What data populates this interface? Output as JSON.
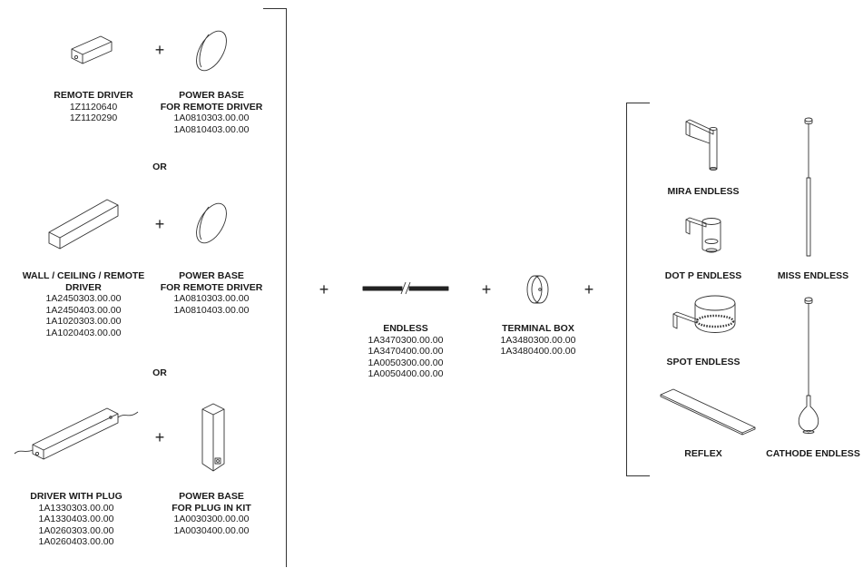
{
  "left_group": {
    "option1": {
      "driver": {
        "title": [
          "REMOTE DRIVER"
        ],
        "codes": [
          "1Z1120640",
          "1Z1120290"
        ]
      },
      "base": {
        "title": [
          "POWER BASE",
          "FOR REMOTE DRIVER"
        ],
        "codes": [
          "1A0810303.00.00",
          "1A0810403.00.00"
        ]
      }
    },
    "or1": "OR",
    "option2": {
      "driver": {
        "title": [
          "WALL / CEILING / REMOTE",
          "DRIVER"
        ],
        "codes": [
          "1A2450303.00.00",
          "1A2450403.00.00",
          "1A1020303.00.00",
          "1A1020403.00.00"
        ]
      },
      "base": {
        "title": [
          "POWER BASE",
          "FOR REMOTE DRIVER"
        ],
        "codes": [
          "1A0810303.00.00",
          "1A0810403.00.00"
        ]
      }
    },
    "or2": "OR",
    "option3": {
      "driver": {
        "title": [
          "DRIVER WITH PLUG"
        ],
        "codes": [
          "1A1330303.00.00",
          "1A1330403.00.00",
          "1A0260303.00.00",
          "1A0260403.00.00"
        ]
      },
      "base": {
        "title": [
          "POWER BASE",
          "FOR PLUG IN KIT"
        ],
        "codes": [
          "1A0030300.00.00",
          "1A0030400.00.00"
        ]
      }
    }
  },
  "plus": "+",
  "endless": {
    "title": [
      "ENDLESS"
    ],
    "codes": [
      "1A3470300.00.00",
      "1A3470400.00.00",
      "1A0050300.00.00",
      "1A0050400.00.00"
    ]
  },
  "terminal_box": {
    "title": [
      "TERMINAL BOX"
    ],
    "codes": [
      "1A3480300.00.00",
      "1A3480400.00.00"
    ]
  },
  "fixtures": {
    "mira": "MIRA ENDLESS",
    "dot_p": "DOT P ENDLESS",
    "miss": "MISS ENDLESS",
    "spot": "SPOT ENDLESS",
    "reflex": "REFLEX",
    "cathode": "CATHODE ENDLESS"
  }
}
